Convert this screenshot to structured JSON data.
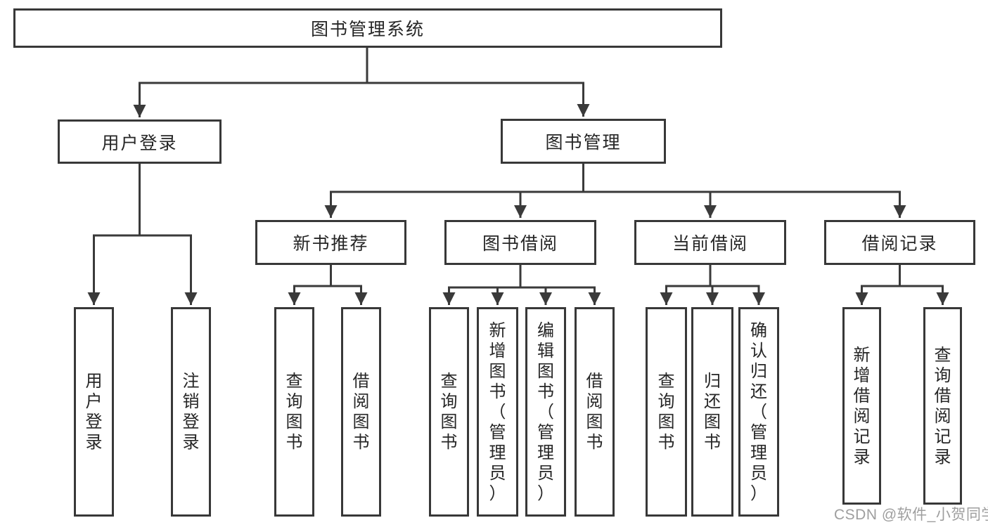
{
  "diagram": {
    "root": "图书管理系统",
    "level1": [
      "用户登录",
      "图书管理"
    ],
    "level2": [
      "新书推荐",
      "图书借阅",
      "当前借阅",
      "借阅记录"
    ],
    "leaves": {
      "user_login": [
        "用户登录",
        "注销登录"
      ],
      "new_book_recommend": [
        "查询图书",
        "借阅图书"
      ],
      "book_borrow": [
        "查询图书",
        "新增图书（管理员）",
        "编辑图书（管理员）",
        "借阅图书"
      ],
      "current_borrow": [
        "查询图书",
        "归还图书",
        "确认归还（管理员）"
      ],
      "borrow_record": [
        "新增借阅记录",
        "查询借阅记录"
      ]
    },
    "colors": {
      "line": "#3a3a3a",
      "text": "#262626",
      "background": "#ffffff",
      "watermark": "#9e9e9e"
    }
  },
  "watermark": "CSDN @软件_小贺同学"
}
